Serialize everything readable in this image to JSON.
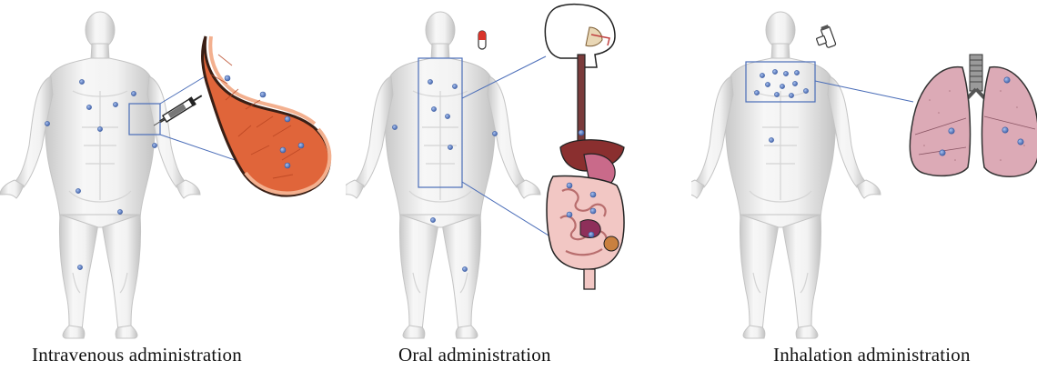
{
  "captions": {
    "intravenous": "Intravenous administration",
    "oral": "Oral administration",
    "inhalation": "Inhalation administration"
  },
  "colors": {
    "body_light": "#f4f4f4",
    "body_dark": "#bdbdbd",
    "particle": "#5d7fc4",
    "box_line": "#4a6db8",
    "vessel": "#e0653a",
    "lung": "#dcaab6",
    "intestine": "#f2c7c4"
  },
  "icons": {
    "intravenous": [
      "syringe-icon",
      "blood-vessel-icon"
    ],
    "oral": [
      "capsule-icon",
      "digestive-system-icon"
    ],
    "inhalation": [
      "inhaler-icon",
      "lungs-icon"
    ]
  }
}
